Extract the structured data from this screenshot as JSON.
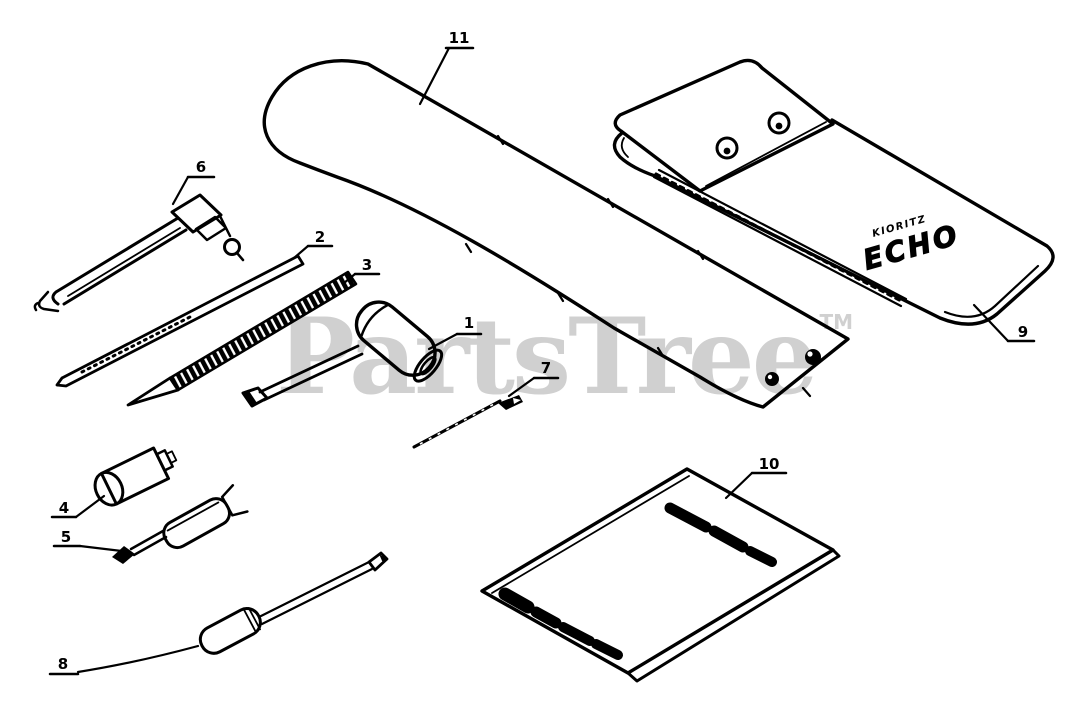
{
  "image": {
    "background": "#ffffff",
    "ink": "#000000"
  },
  "watermark": {
    "text": "PartsTree",
    "tm": "TM",
    "color": "#d0d0d0"
  },
  "pouch_logo": {
    "brand_small": "KIORITZ",
    "brand_main": "ECHO"
  },
  "callouts": {
    "n1": "1",
    "n2": "2",
    "n3": "3",
    "n4": "4",
    "n5": "5",
    "n6": "6",
    "n7": "7",
    "n8": "8",
    "n9": "9",
    "n10": "10",
    "n11": "11"
  }
}
